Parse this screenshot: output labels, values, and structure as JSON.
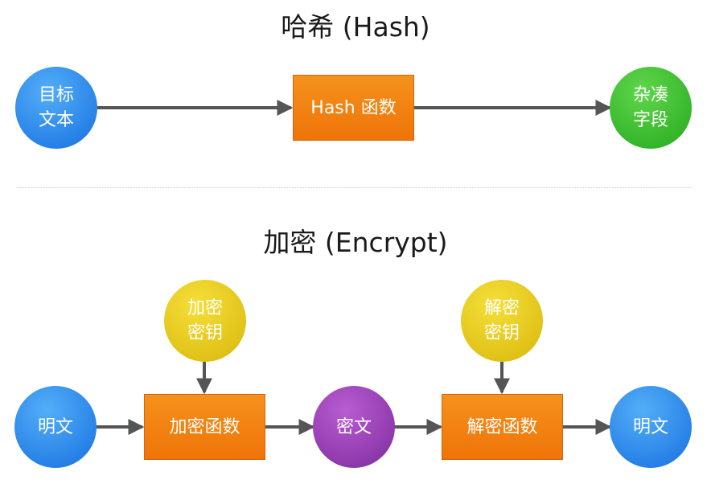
{
  "hash_section": {
    "title": "哈希 (Hash)",
    "input": "目标\n文本",
    "function": "Hash 函数",
    "output": "杂凑\n字段"
  },
  "encrypt_section": {
    "title": "加密 (Encrypt)",
    "encrypt_key": "加密\n密钥",
    "decrypt_key": "解密\n密钥",
    "plaintext_in": "明文",
    "encrypt_function": "加密函数",
    "ciphertext": "密文",
    "decrypt_function": "解密函数",
    "plaintext_out": "明文"
  },
  "colors": {
    "blue": "#1f7fe8",
    "green": "#2eb526",
    "orange": "#f2800f",
    "yellow": "#e7c61c",
    "purple": "#8e3aad",
    "arrow": "#555555"
  }
}
